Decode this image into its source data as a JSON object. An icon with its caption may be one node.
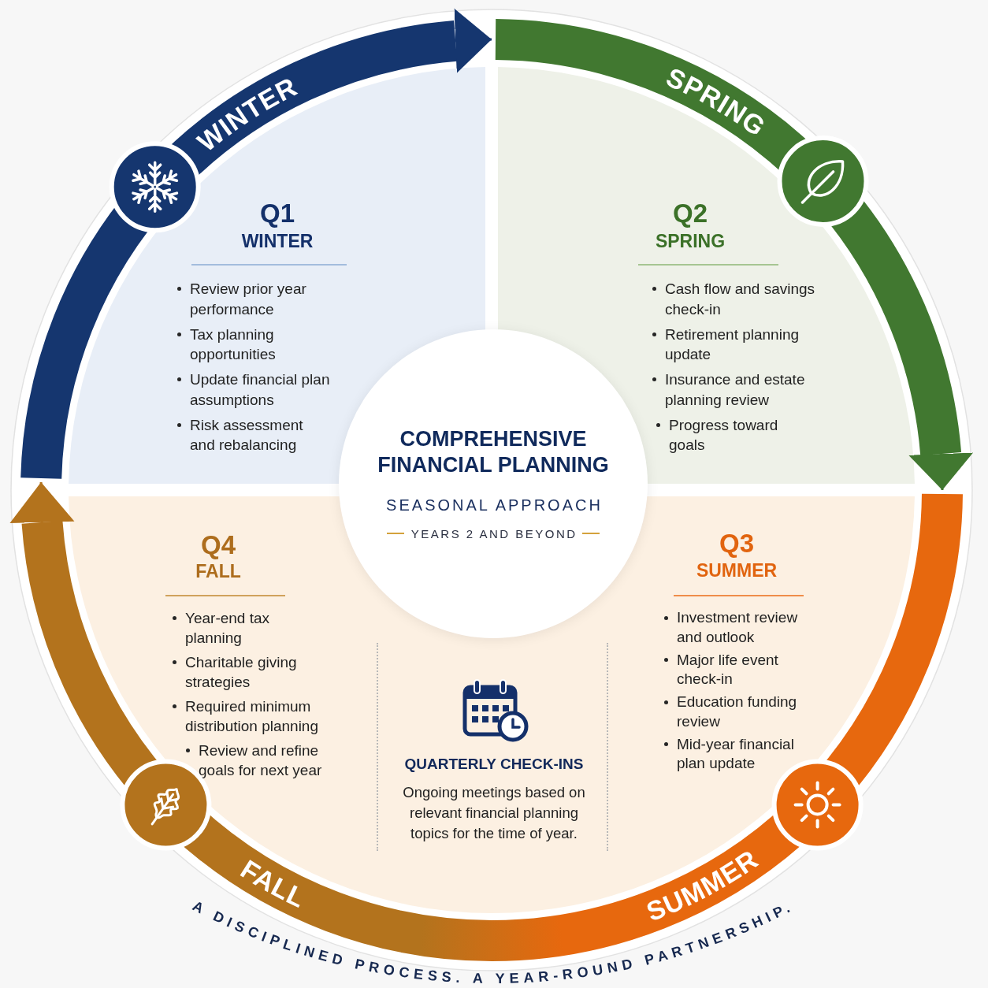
{
  "diagram": {
    "nodes": [
      {
        "text": [
          "WINTER"
        ]
      },
      {
        "text": [
          "SPRING"
        ]
      },
      {
        "text": [
          "Q1",
          "WINTER",
          "Review prior year performance",
          "Tax planning opportunities",
          "Update financial plan assumptions",
          "Risk assessment and rebalancing"
        ]
      },
      {
        "text": [
          "Q2",
          "SPRING",
          "Cash flow and savings check-in",
          "Retirement planning update",
          "Insurance and estate planning review",
          "Progress toward goals"
        ]
      },
      {
        "text": [
          "COMPREHENSIVE FINANCIAL PLANNING",
          "SEASONAL APPROACH",
          "YEARS 2 AND BEYOND"
        ]
      },
      {
        "text": [
          "Q4",
          "FALL",
          "Year-end tax planning",
          "Charitable giving strategies",
          "Required minimum distribution planning",
          "Review and refine goals for next year"
        ]
      },
      {
        "text": [
          "Q3",
          "SUMMER",
          "Investment review and outlook",
          "Major life event check-in",
          "Education funding review",
          "Mid-year financial plan update"
        ]
      },
      {
        "text": [
          "QUARTERLY CHECK-INS",
          "Ongoing meetings based on relevant financial planning topics for the time of year."
        ]
      },
      {
        "text": [
          "FALL"
        ]
      },
      {
        "text": [
          "SUMMER"
        ]
      }
    ],
    "edges": [
      {
        "from": 0,
        "to": 1,
        "arrow": "to",
        "color": "#15366f"
      },
      {
        "from": 1,
        "to": 9,
        "arrow": "to",
        "color": "#417830"
      },
      {
        "from": 8,
        "to": 0,
        "arrow": "to",
        "color": "#b3731d"
      }
    ],
    "labels": [
      "A DISCIPLINED PROCESS. A YEAR-ROUND PARTNERSHIP."
    ]
  }
}
